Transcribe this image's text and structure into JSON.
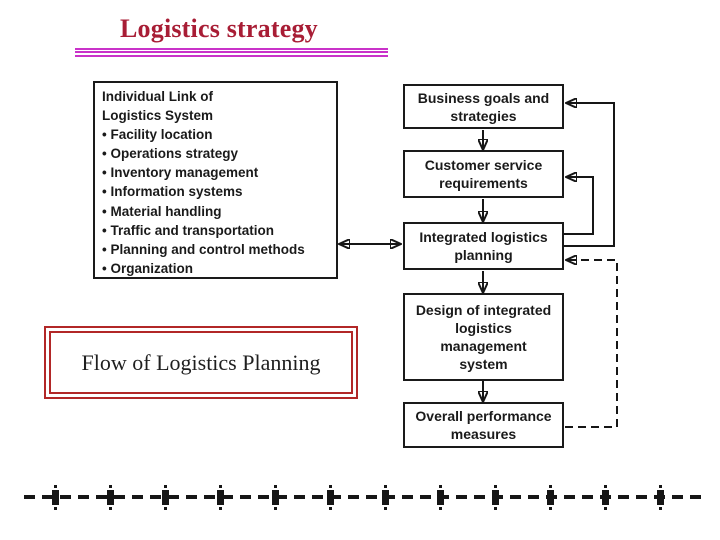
{
  "title": {
    "text": "Logistics strategy"
  },
  "left_panel": {
    "lines": [
      "Individual Link of",
      "Logistics System",
      "• Facility location",
      "• Operations strategy",
      "• Inventory management",
      "• Information systems",
      "• Material handling",
      "• Traffic and transportation",
      "• Planning and control methods",
      "• Organization"
    ]
  },
  "diagram": {
    "boxes": [
      {
        "name": "business-goals",
        "lines": [
          "Business goals and",
          "strategies"
        ]
      },
      {
        "name": "customer-service",
        "lines": [
          "Customer service",
          "requirements"
        ]
      },
      {
        "name": "integrated-planning",
        "lines": [
          "Integrated logistics",
          "planning"
        ]
      },
      {
        "name": "design-system",
        "lines": [
          "Design of integrated",
          "logistics",
          "management",
          "system"
        ]
      },
      {
        "name": "performance-measures",
        "lines": [
          "Overall performance",
          "measures"
        ]
      }
    ]
  },
  "caption": {
    "text": "Flow of Logistics Planning"
  },
  "colors": {
    "title_red": "#a81d35",
    "underline_magenta": "#c932c9",
    "caption_border_red": "#b22727",
    "ink": "#1a1a1a"
  }
}
